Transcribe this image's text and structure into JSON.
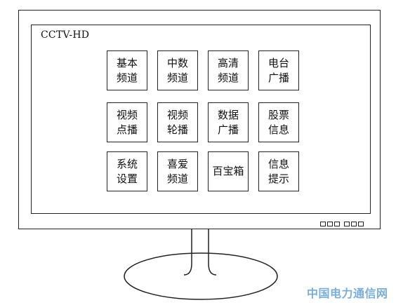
{
  "screen": {
    "title": "CCTV-HD",
    "tiles": [
      {
        "label": "基本\n频道"
      },
      {
        "label": "中数\n频道"
      },
      {
        "label": "高清\n频道"
      },
      {
        "label": "电台\n广播"
      },
      {
        "label": "视频\n点播"
      },
      {
        "label": "视频\n轮播"
      },
      {
        "label": "数据\n广播"
      },
      {
        "label": "股票\n信息"
      },
      {
        "label": "系统\n设置"
      },
      {
        "label": "喜爱\n频道"
      },
      {
        "label": "百宝箱"
      },
      {
        "label": "信息\n提示"
      }
    ]
  },
  "indicators": {
    "left_group_count": 3,
    "right_group_count": 3
  },
  "watermark": "中国电力通信网",
  "colors": {
    "line": "#222222",
    "watermark": "#7aaed6"
  }
}
